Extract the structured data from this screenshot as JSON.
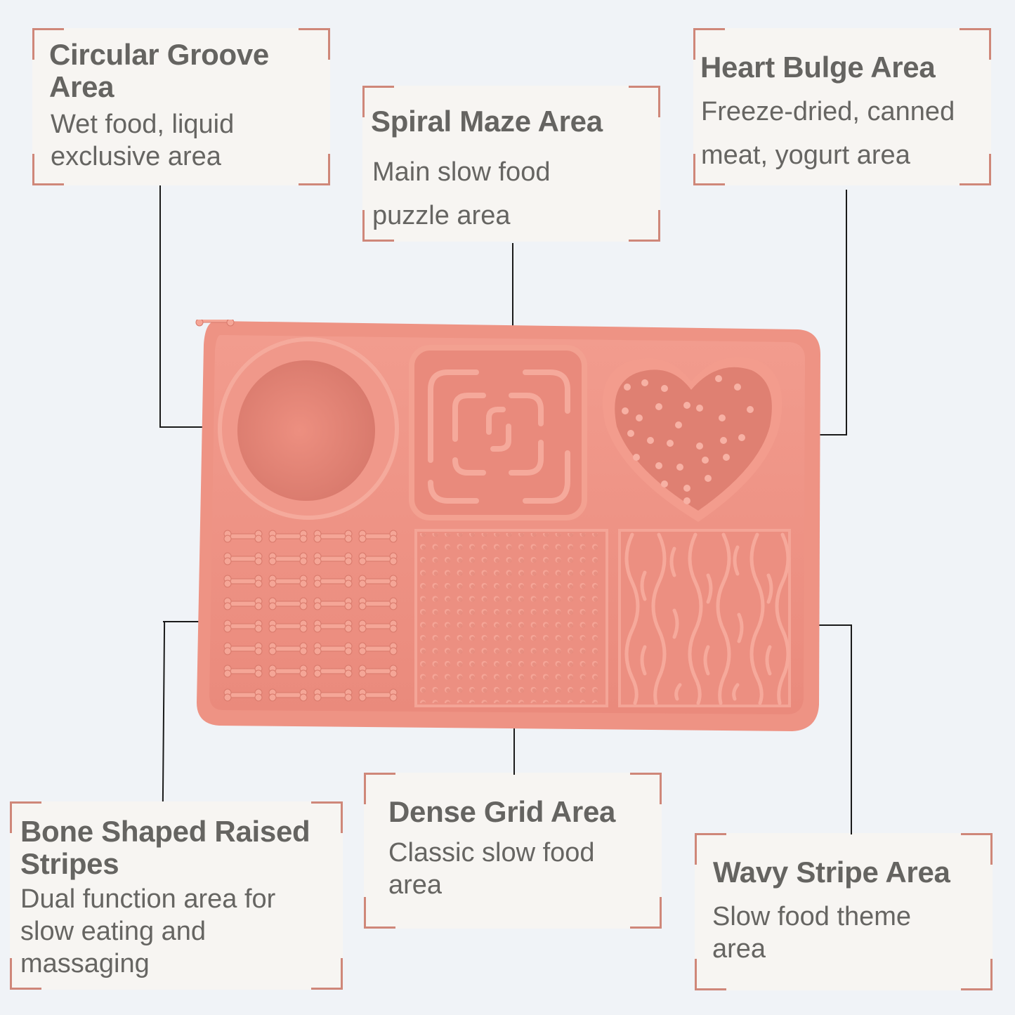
{
  "colors": {
    "background": "#f0f3f7",
    "card": "#f7f5f2",
    "corner_accent": "#cf8779",
    "text": "#656461",
    "mat": "#ec8e80",
    "mat_dark": "#d9796b",
    "mat_light": "#f4a596",
    "leader_line": "#1a1a1a"
  },
  "callouts": [
    {
      "id": "circular-groove",
      "title_lines": [
        "Circular Groove",
        "Area"
      ],
      "desc_lines": [
        "Wet food, liquid",
        "exclusive area"
      ]
    },
    {
      "id": "spiral-maze",
      "title_lines": [
        "Spiral Maze Area"
      ],
      "desc_lines": [
        "Main slow food",
        "puzzle area"
      ]
    },
    {
      "id": "heart-bulge",
      "title_lines": [
        "Heart Bulge Area"
      ],
      "desc_lines": [
        "Freeze-dried, canned",
        "meat, yogurt area"
      ]
    },
    {
      "id": "bone-shaped",
      "title_lines": [
        "Bone Shaped Raised",
        "Stripes"
      ],
      "desc_lines": [
        "Dual function area for",
        "slow eating and",
        "massaging"
      ]
    },
    {
      "id": "dense-grid",
      "title_lines": [
        "Dense Grid Area"
      ],
      "desc_lines": [
        "Classic slow food",
        "area"
      ]
    },
    {
      "id": "wavy-stripe",
      "title_lines": [
        "Wavy Stripe Area"
      ],
      "desc_lines": [
        "Slow food theme",
        "area"
      ]
    }
  ],
  "product": {
    "name": "lick-mat",
    "zones": [
      "circular-bowl",
      "spiral-maze",
      "heart-bumps",
      "bone-stripes",
      "dense-grid",
      "wavy-stripes"
    ]
  }
}
